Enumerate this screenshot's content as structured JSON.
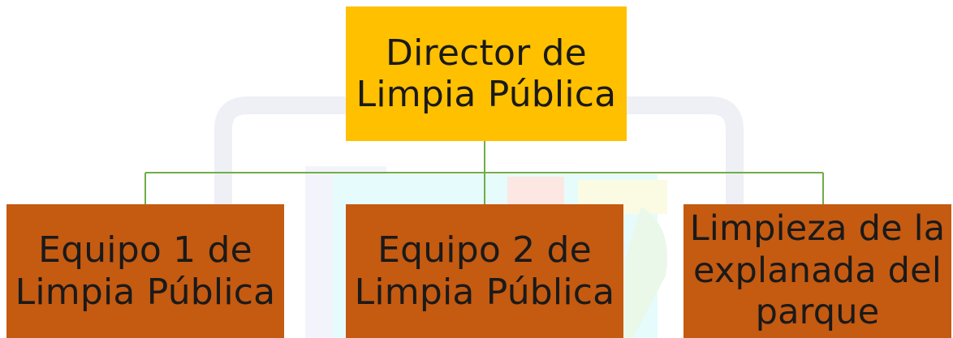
{
  "org_chart": {
    "root": {
      "lines": [
        "Director de",
        "Limpia Pública"
      ],
      "color": "#ffc000"
    },
    "children": [
      {
        "lines": [
          "Equipo 1 de",
          "Limpia Pública"
        ],
        "color": "#c55a11"
      },
      {
        "lines": [
          "Equipo 2 de",
          "Limpia Pública"
        ],
        "color": "#c55a11"
      },
      {
        "lines": [
          "Limpieza de la",
          "explanada del",
          "parque"
        ],
        "color": "#c55a11"
      }
    ],
    "connector_color": "#70ad47"
  }
}
